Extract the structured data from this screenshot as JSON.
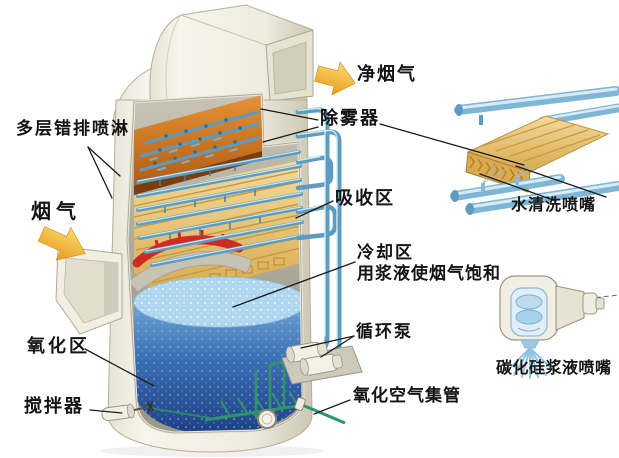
{
  "labels": {
    "clean_flue_gas": "净烟气",
    "mist_eliminator": "除雾器",
    "multilayer_staggered_spray": "多层错排喷淋",
    "flue_gas": "烟气",
    "absorption_zone": "吸收区",
    "cooling_zone": "冷却区",
    "cooling_zone_note": "用浆液使烟气饱和",
    "circulation_pump": "循环泵",
    "oxidation_zone": "氧化区",
    "oxidation_air_header": "氧化空气集管",
    "agitator": "搅拌器",
    "water_wash_nozzle": "水清洗喷嘴",
    "sic_slurry_nozzle": "碳化硅浆液喷嘴"
  },
  "colors": {
    "background": "#ffffff",
    "tower_shell": "#f2efe2",
    "interior_gray": "#b2aea2",
    "mist_eliminator_orange": "#cf7a22",
    "pipe_blue": "#5d9cc0",
    "packing_yellow": "#ecc97e",
    "slurry_light_blue": "#aed6ee",
    "slurry_deep_blue": "#2b5ca8",
    "air_pipe_green": "#2f9468",
    "support_ring_red": "#cf2b24",
    "arrow_orange": "#eda226",
    "label_text": "#141414"
  }
}
